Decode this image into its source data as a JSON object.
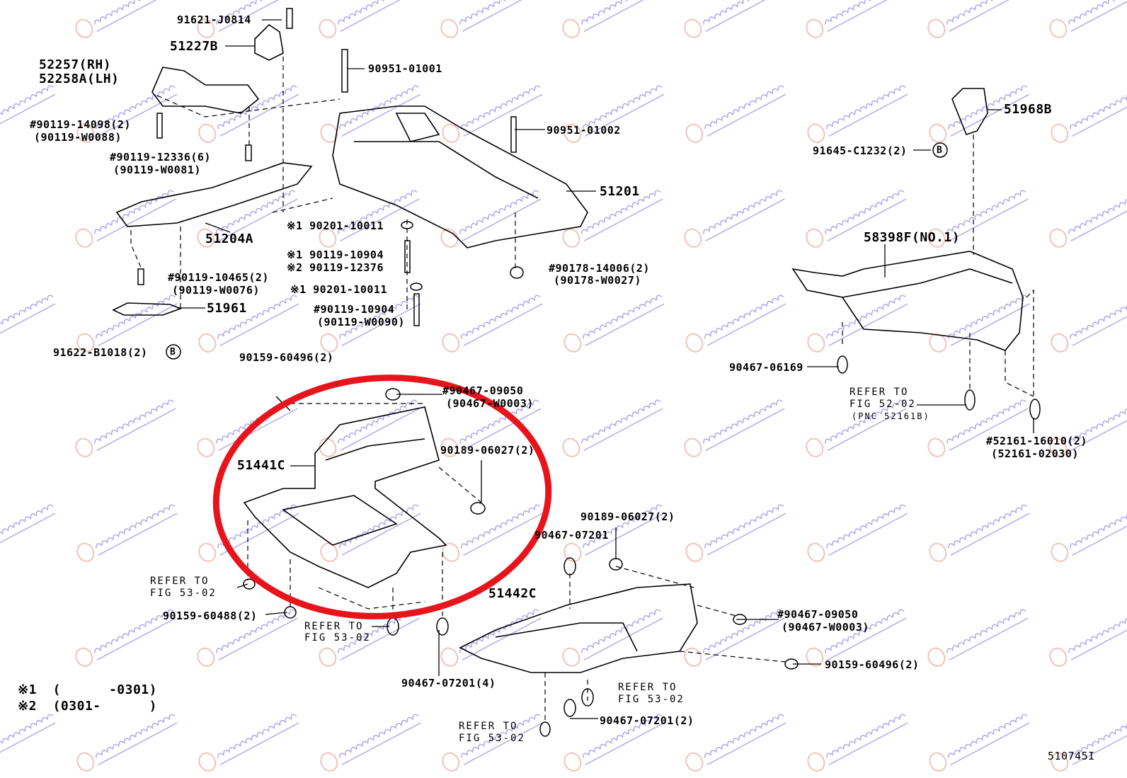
{
  "watermark": "georgakopoulos",
  "colors": {
    "highlight": "#e8141c",
    "line": "#000000",
    "watermark": "#6b5cd6"
  },
  "labels": [
    "91621-J0814",
    "51227B",
    "52257(RH)",
    "52258A(LH)",
    "90951-01001",
    "#90119-14098(2)",
    "(90119-W0088)",
    "#90119-12336(6)",
    "(90119-W0081)",
    "90951-01002",
    "51201",
    "51968B",
    "91645-C1232(2)",
    "51204A",
    "※1 90201-10011",
    "※1 90119-10904",
    "※2 90119-12376",
    "#90178-14006(2)",
    "(90178-W0027)",
    "58398F(NO.1)",
    "#90119-10465(2)",
    "(90119-W0076)",
    "※1 90201-10011",
    "51961",
    "#90119-10904",
    "(90119-W0090)",
    "91622-B1018(2)",
    "90159-60496(2)",
    "90467-06169",
    "#90467-09050",
    "(90467-W0003)",
    "REFER TO",
    "FIG 52-02",
    "(PNC 52161B)",
    "90189-06027(2)",
    "51441C",
    "#52161-16010(2)",
    "(52161-02030)",
    "90189-06027(2)",
    "90467-07201",
    "REFER TO",
    "FIG 53-02",
    "51442C",
    "90159-60488(2)",
    "REFER TO",
    "FIG 53-02",
    "#90467-09050",
    "(90467-W0003)",
    "90159-60496(2)",
    "90467-07201(4)",
    "REFER TO",
    "FIG 53-02",
    "90467-07201(2)",
    "REFER TO",
    "FIG 53-02",
    "※1  (      -0301)",
    "※2  (0301-      )",
    "510745I",
    "B",
    "B"
  ]
}
